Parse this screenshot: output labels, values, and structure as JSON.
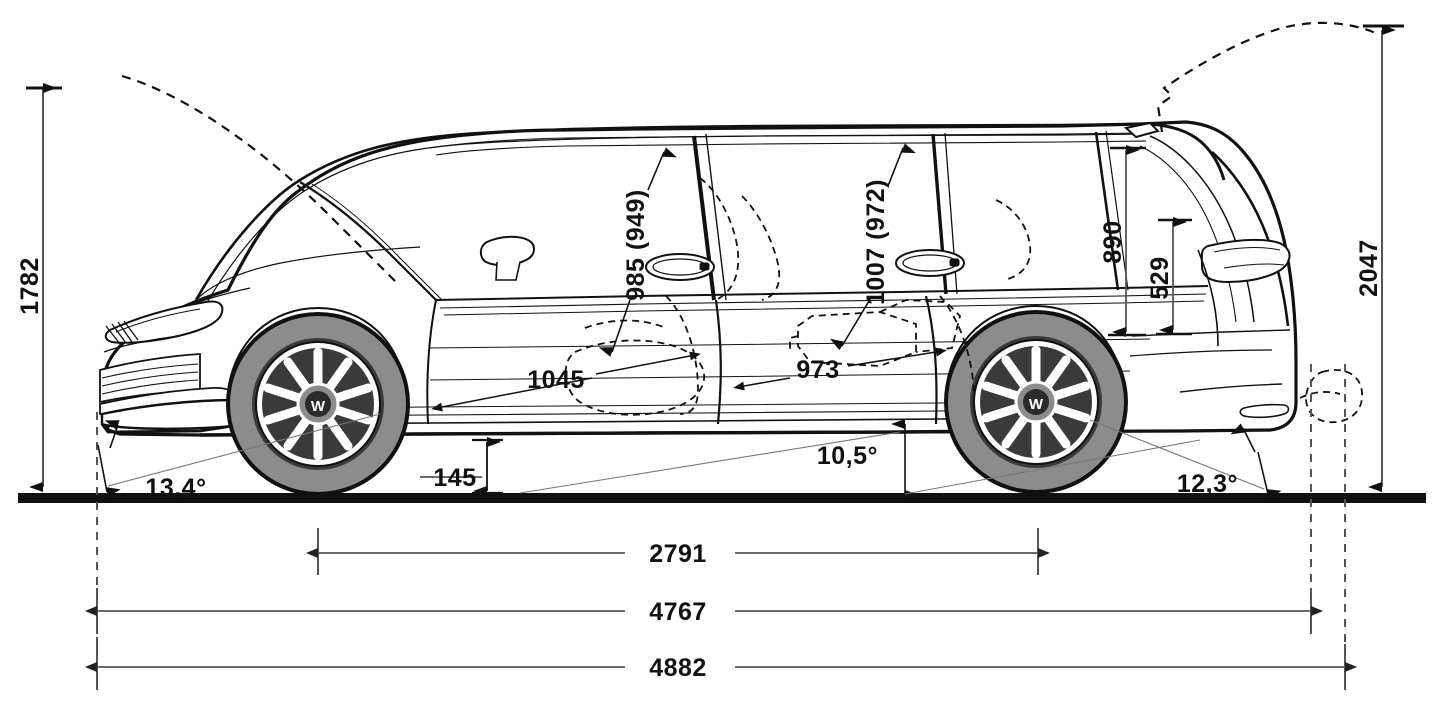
{
  "drawing": {
    "title": "Vehicle side-elevation dimension drawing",
    "subject": "station-wagon (estate) car, side view, technical line drawing",
    "units": "mm (linear), degrees (angular)",
    "background_color": "#ffffff",
    "line_color": "#111111",
    "dimension_line_color": "#5a5a5a",
    "tyre_fill_color": "#8c8c8c",
    "wheel_dark_color": "#3a3a3a"
  },
  "dimensions": {
    "height_front": {
      "value": "1782",
      "orientation": "vertical",
      "side": "left",
      "note": "overall vehicle height"
    },
    "height_tailgate_open": {
      "value": "2047",
      "orientation": "vertical",
      "side": "right",
      "note": "height with tailgate open"
    },
    "headroom_front": {
      "value": "985 (949)",
      "orientation": "vertical-rotated",
      "note": "front headroom, value in brackets alternate"
    },
    "headroom_rear": {
      "value": "1007 (972)",
      "orientation": "vertical-rotated",
      "note": "rear headroom, value in brackets alternate"
    },
    "load_opening_height": {
      "value": "890",
      "orientation": "vertical-rotated",
      "note": "rear load aperture height"
    },
    "load_sill_height": {
      "value": "529",
      "orientation": "vertical-rotated",
      "note": "rear load aperture inner height"
    },
    "front_interior_width": {
      "value": "1045",
      "orientation": "horizontal",
      "note": "front effective legroom / interior measure"
    },
    "rear_interior_width": {
      "value": "973",
      "orientation": "horizontal",
      "note": "rear effective legroom / interior measure"
    },
    "ground_clearance": {
      "value": "145",
      "orientation": "vertical",
      "note": "ground clearance"
    },
    "wheelbase": {
      "value": "2791",
      "orientation": "horizontal",
      "note": "wheelbase"
    },
    "length_body": {
      "value": "4767",
      "orientation": "horizontal",
      "note": "overall body length"
    },
    "length_total": {
      "value": "4882",
      "orientation": "horizontal",
      "note": "overall length including tow hitch"
    }
  },
  "angles": {
    "approach_angle": {
      "value": "13,4°",
      "position": "front-lower-left"
    },
    "ramp_angle": {
      "value": "10,5°",
      "position": "centre-lower"
    },
    "departure_angle": {
      "value": "12,3°",
      "position": "rear-lower-right"
    }
  },
  "annotations": {
    "hood_open_arc": "dashed arc above bonnet indicating opened bonnet travel",
    "tailgate_open_arc": "dashed arc above rear indicating opened tailgate travel",
    "seat_outlines": "dashed outlines of front and rear seats inside cabin",
    "towbar_outline": "dashed outline of tow hitch at rear",
    "ground_line": "solid heavy horizontal ground reference line"
  }
}
